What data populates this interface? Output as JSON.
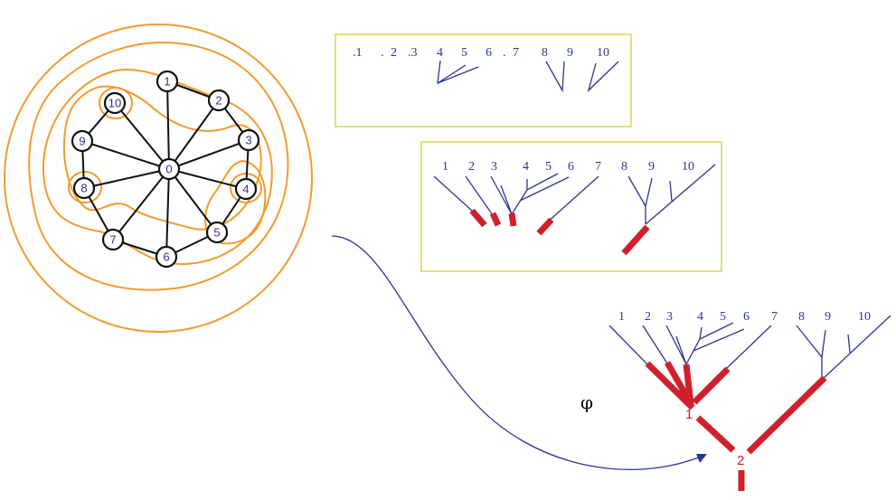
{
  "colors": {
    "contour": "#f29b2e",
    "graph_edge": "#111111",
    "node_stroke": "#111111",
    "tree": "#2e3590",
    "label": "#2e3590",
    "red": "#d0202a",
    "box_border": "#d6d84a",
    "arrow": "#2e3590"
  },
  "graph": {
    "nodes": [
      {
        "id": "0",
        "label": "0"
      },
      {
        "id": "1",
        "label": "1"
      },
      {
        "id": "2",
        "label": "2"
      },
      {
        "id": "3",
        "label": "3"
      },
      {
        "id": "4",
        "label": "4"
      },
      {
        "id": "5",
        "label": "5"
      },
      {
        "id": "6",
        "label": "6"
      },
      {
        "id": "7",
        "label": "7"
      },
      {
        "id": "8",
        "label": "8"
      },
      {
        "id": "9",
        "label": "9"
      },
      {
        "id": "10",
        "label": "10"
      }
    ],
    "edges": [
      [
        "0",
        "1"
      ],
      [
        "0",
        "2"
      ],
      [
        "0",
        "3"
      ],
      [
        "0",
        "4"
      ],
      [
        "0",
        "5"
      ],
      [
        "0",
        "6"
      ],
      [
        "0",
        "7"
      ],
      [
        "0",
        "8"
      ],
      [
        "0",
        "9"
      ],
      [
        "0",
        "10"
      ],
      [
        "1",
        "2"
      ],
      [
        "2",
        "3"
      ],
      [
        "3",
        "4"
      ],
      [
        "4",
        "5"
      ],
      [
        "5",
        "6"
      ],
      [
        "6",
        "7"
      ],
      [
        "7",
        "8"
      ],
      [
        "8",
        "9"
      ],
      [
        "9",
        "10"
      ]
    ]
  },
  "box1": {
    "labels": [
      ".1",
      ".",
      "2",
      ".3",
      "4",
      "5",
      "6",
      ".",
      "7",
      "8",
      "9",
      "10"
    ]
  },
  "box2": {
    "labels": [
      "1",
      "2",
      "3",
      "4",
      "5",
      "6",
      "7",
      "8",
      "9",
      "10"
    ]
  },
  "final_tree": {
    "labels": [
      "1",
      "2",
      "3",
      "4",
      "5",
      "6",
      "7",
      "8",
      "9",
      "10"
    ],
    "node_labels": [
      "1",
      "2"
    ]
  },
  "arrow_label": "φ"
}
